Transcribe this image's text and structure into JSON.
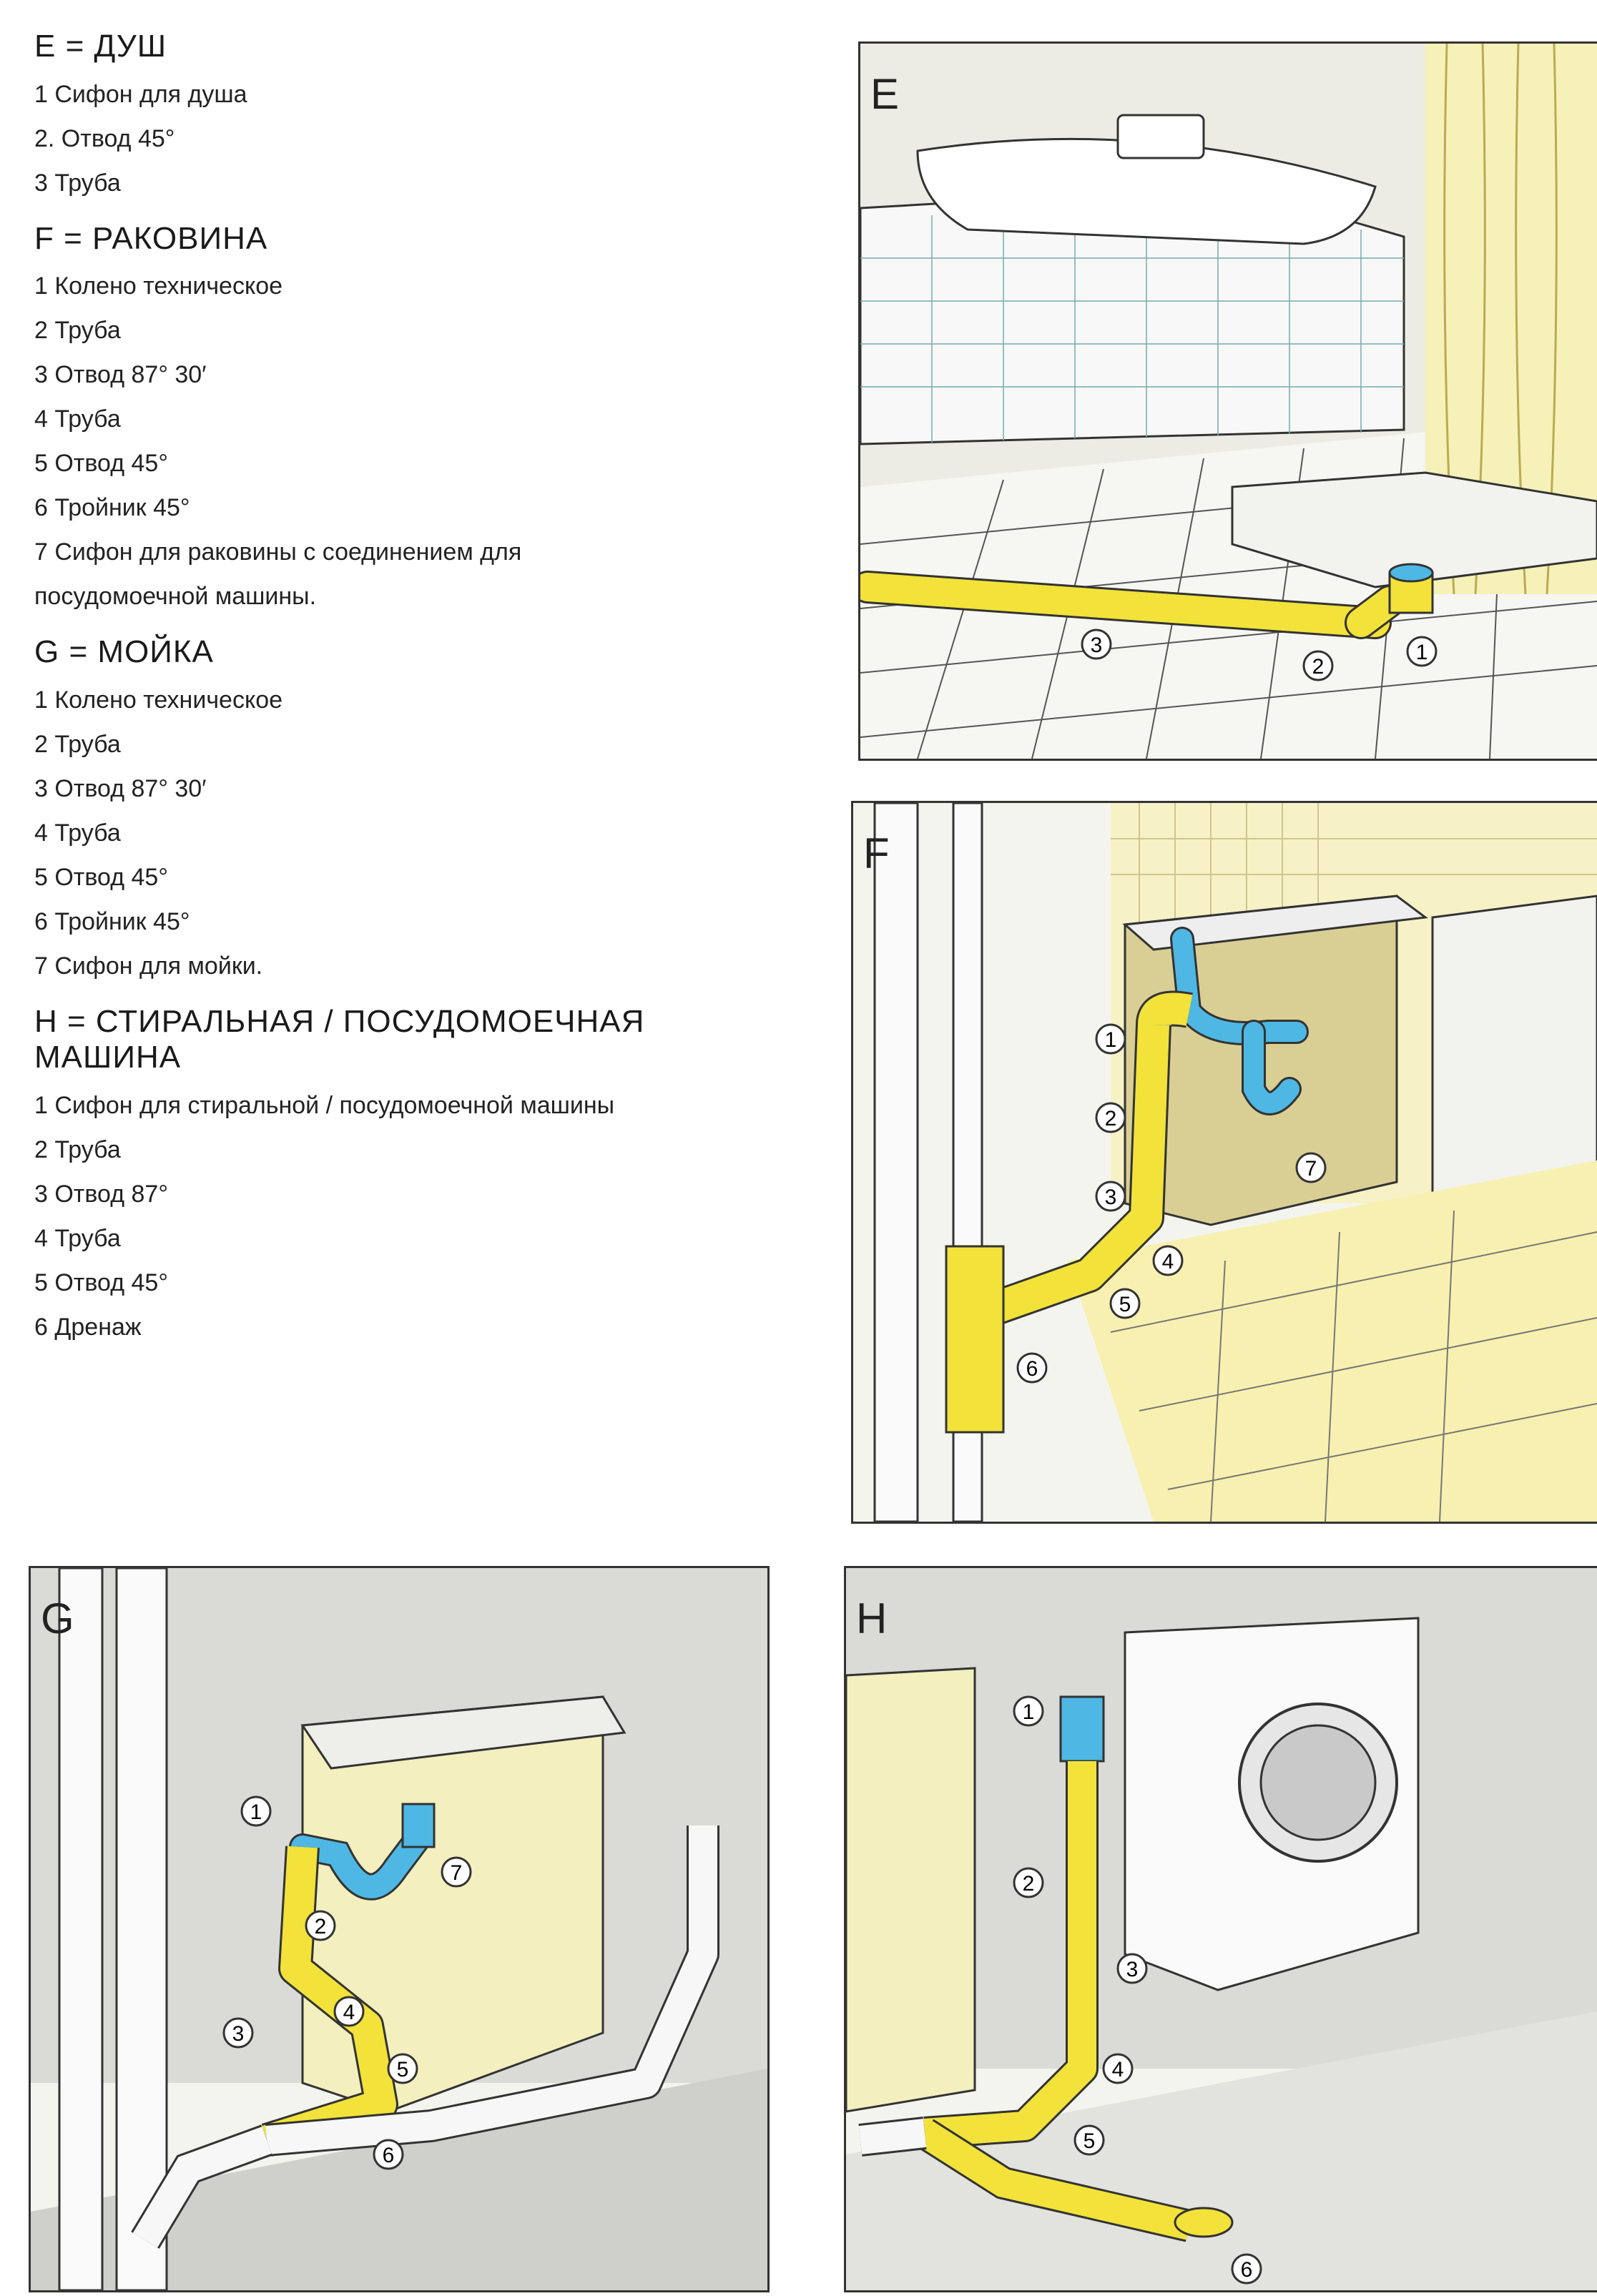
{
  "sections": [
    {
      "title": "E = ДУШ",
      "items": [
        "1 Сифон для душа",
        "2. Отвод 45°",
        "3 Труба"
      ]
    },
    {
      "title": "F = РАКОВИНА",
      "items": [
        "1 Колено техническое",
        "2 Труба",
        "3 Отвод  87° 30′",
        "4 Труба",
        "5 Отвод 45°",
        "6 Тройник 45°",
        "7 Сифон для раковины с соединением для",
        "посудомоечной машины."
      ]
    },
    {
      "title": "G = МОЙКА",
      "items": [
        "1 Колено техническое",
        "2 Труба",
        "3 Отвод  87° 30′",
        "4 Труба",
        "5 Отвод 45°",
        "6 Тройник 45°",
        "7 Сифон для мойки."
      ]
    },
    {
      "title": "H = СТИРАЛЬНАЯ / ПОСУДОМОЕЧНАЯ МАШИНА",
      "items": [
        "1 Сифон для стиральной / посудомоечной машины",
        "2 Труба",
        "3 Отвод  87°",
        "4 Труба",
        "5 Отвод 45°",
        "6 Дренаж"
      ]
    }
  ],
  "panels": {
    "E": {
      "letter": "E",
      "callouts": [
        "1",
        "2",
        "3"
      ]
    },
    "F": {
      "letter": "F",
      "callouts": [
        "1",
        "2",
        "3",
        "4",
        "5",
        "6",
        "7"
      ]
    },
    "G": {
      "letter": "G",
      "callouts": [
        "1",
        "2",
        "3",
        "4",
        "5",
        "6",
        "7"
      ]
    },
    "H": {
      "letter": "H",
      "callouts": [
        "1",
        "2",
        "3",
        "4",
        "5",
        "6"
      ]
    }
  },
  "colors": {
    "pipe_yellow": "#f2e23a",
    "siphon_blue": "#4fb7e3",
    "outline": "#333333"
  }
}
